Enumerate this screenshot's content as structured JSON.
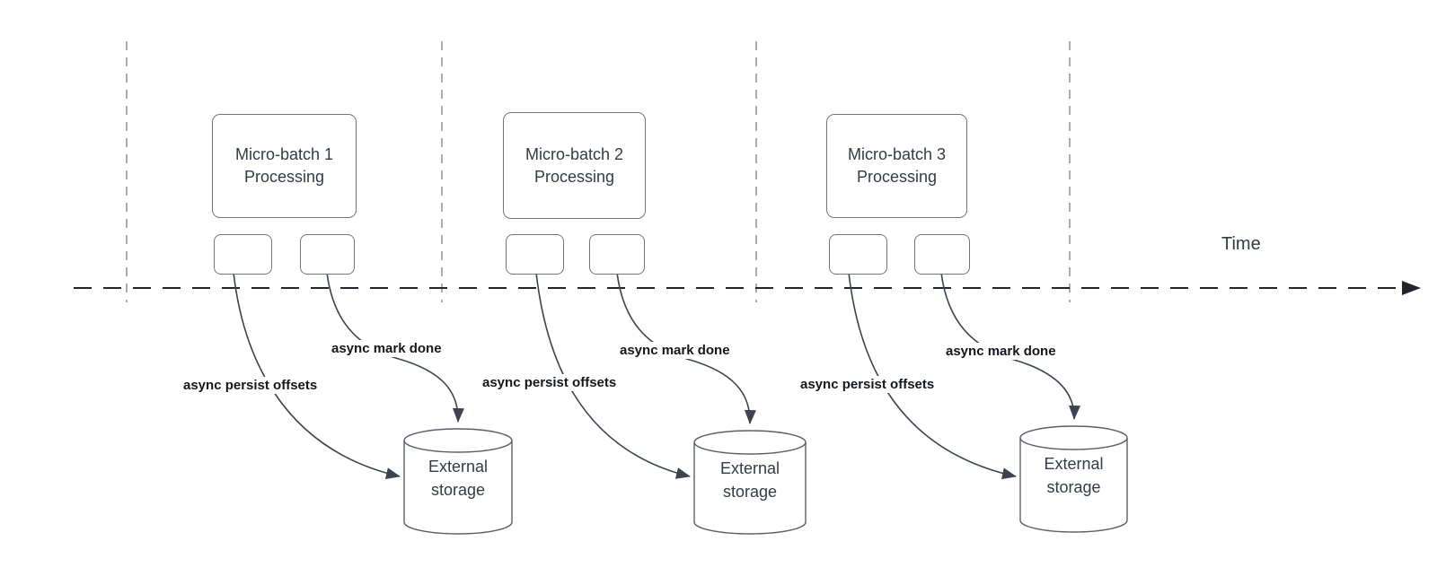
{
  "time_axis": {
    "label": "Time"
  },
  "groups": [
    {
      "title_line1": "Micro-batch 1",
      "title_line2": "Processing",
      "persist_label": "async persist offsets",
      "mark_done_label": "async mark done",
      "storage_line1": "External",
      "storage_line2": "storage"
    },
    {
      "title_line1": "Micro-batch 2",
      "title_line2": "Processing",
      "persist_label": "async persist offsets",
      "mark_done_label": "async mark done",
      "storage_line1": "External",
      "storage_line2": "storage"
    },
    {
      "title_line1": "Micro-batch 3",
      "title_line2": "Processing",
      "persist_label": "async persist offsets",
      "mark_done_label": "async mark done",
      "storage_line1": "External",
      "storage_line2": "storage"
    }
  ],
  "colors": {
    "connector": "#3b4450",
    "timeline": "#22262c",
    "guide_line": "#a9abae",
    "box_border": "#6e7680",
    "cylinder_border": "#59606b",
    "label_text": "#14171d",
    "box_text": "#333b46"
  }
}
